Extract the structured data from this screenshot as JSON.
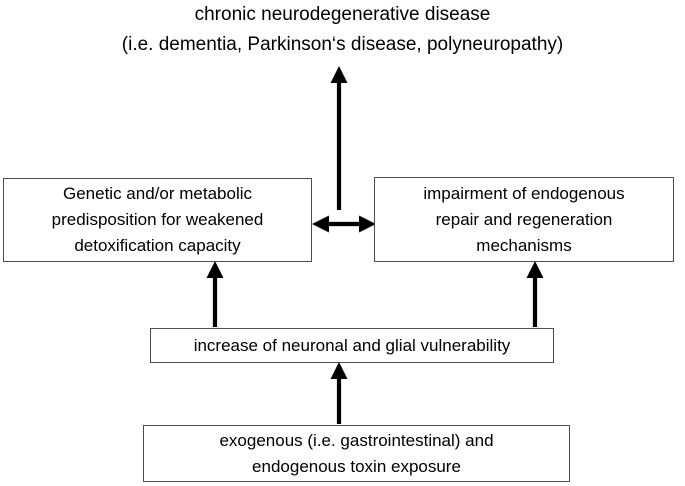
{
  "diagram": {
    "title_line1": "chronic neurodegenerative disease",
    "title_line2": "(i.e. dementia, Parkinson‘s disease, polyneuropathy)",
    "boxes": {
      "predisposition": "Genetic and/or metabolic\npredisposition for weakened\ndetoxification capacity",
      "impairment": "impairment of endogenous\nrepair and regeneration\nmechanisms",
      "vulnerability": "increase of neuronal and glial vulnerability",
      "toxin": "exogenous (i.e. gastrointestinal) and\nendogenous toxin exposure"
    },
    "colors": {
      "background": "#ffffff",
      "box_border": "#4d4d4d",
      "text": "#000000",
      "arrow": "#000000"
    }
  }
}
